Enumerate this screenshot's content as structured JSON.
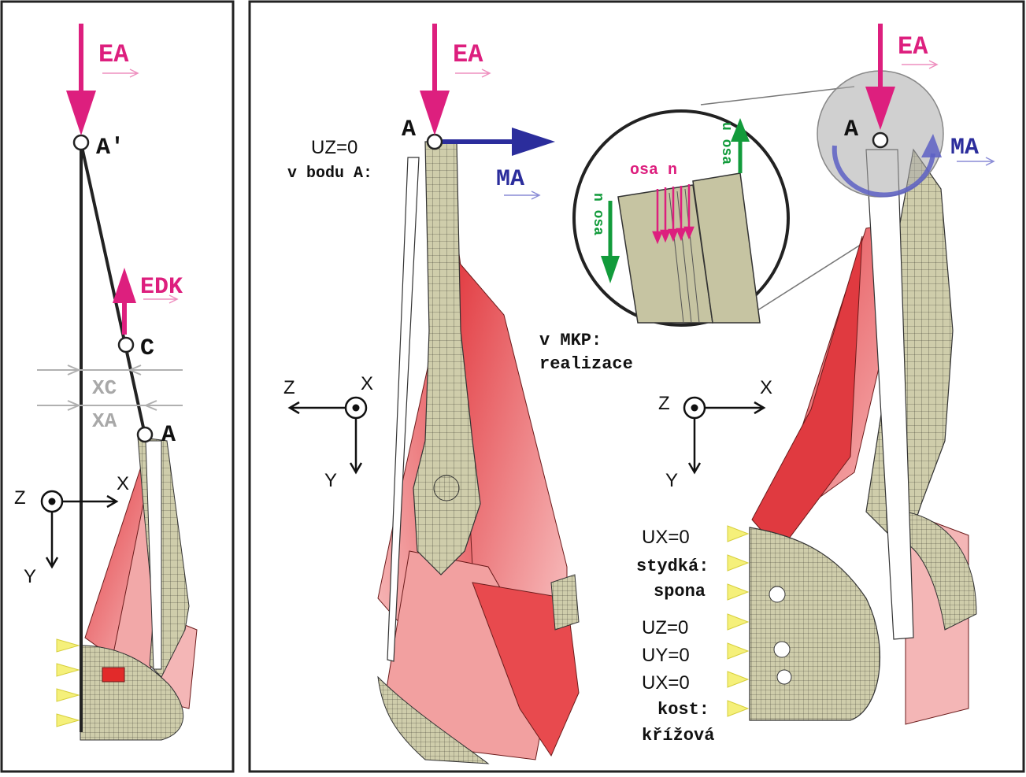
{
  "colors": {
    "force": "#dd1f7e",
    "moment": "#2b2d9c",
    "green": "#129b3b",
    "bone": "#c9c8a4",
    "muscle": "#e8444a",
    "muscle_light": "#f4b6b6",
    "support": "#f5f07a",
    "gray": "#9a9a9a",
    "frame": "#222222"
  },
  "left_panel": {
    "force_top": "EA",
    "force_top_sup": "A",
    "force_mid": "EDK",
    "point_top": "A'",
    "point_c": "C",
    "point_a": "A",
    "dim_c": "XC",
    "dim_a": "XA",
    "axes": {
      "x": "X",
      "y": "Y",
      "z": "Z"
    }
  },
  "middle_panel": {
    "force": "EA",
    "moment": "MA",
    "point": "A",
    "note_line1": "UZ=0",
    "note_line2": "v bodu A:",
    "axes": {
      "x": "X",
      "y": "Y",
      "z": "Z"
    }
  },
  "detail": {
    "label_top": "u osa",
    "label_right": "osa n",
    "label_mid": "n osa",
    "caption_line1": "v MKP:",
    "caption_line2": "realizace"
  },
  "right_panel": {
    "force": "EA",
    "moment": "MA",
    "point": "A",
    "axes": {
      "x": "X",
      "y": "Y",
      "z": "Z"
    },
    "supports": [
      "UX=0",
      "stydká:",
      "spona",
      "UZ=0",
      "UY=0",
      "UX=0",
      "kost:",
      "křížová"
    ]
  }
}
